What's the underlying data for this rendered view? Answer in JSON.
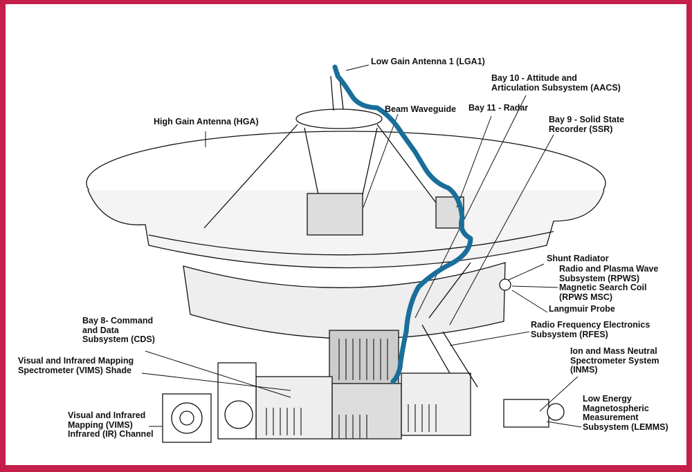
{
  "title": "Cassini spacecraft components",
  "labels": {
    "lga1": "Low Gain Antenna 1 (LGA1)",
    "bay10": "Bay 10 - Attitude and\nArticulation Subsystem (AACS)",
    "beam": "Beam Waveguide",
    "bay11": "Bay 11 - Radar",
    "bay9": "Bay 9 - Solid State\nRecorder (SSR)",
    "hga": "High Gain Antenna (HGA)",
    "shunt": "Shunt Radiator",
    "rpws": "Radio and Plasma Wave\nSubsystem (RPWS)\nMagnetic Search Coil\n(RPWS MSC)",
    "langmuir": "Langmuir Probe",
    "rfes": "Radio Frequency Electronics\nSubsystem (RFES)",
    "inms": "Ion and Mass Neutral\nSpectrometer System\n(INMS)",
    "lemms": "Low Energy\nMagnetospheric\nMeasurement\nSubsystem (LEMMS)",
    "bay8": "Bay 8- Command\nand Data\nSubsystem (CDS)",
    "vims_shade": "Visual and Infrared Mapping\nSpectrometer (VIMS) Shade",
    "vims_ir": "Visual and Infrared\nMapping (VIMS)\nInfrared (IR) Channel"
  },
  "colors": {
    "border": "#c41e4a",
    "highlight": "#1a6e9a"
  }
}
